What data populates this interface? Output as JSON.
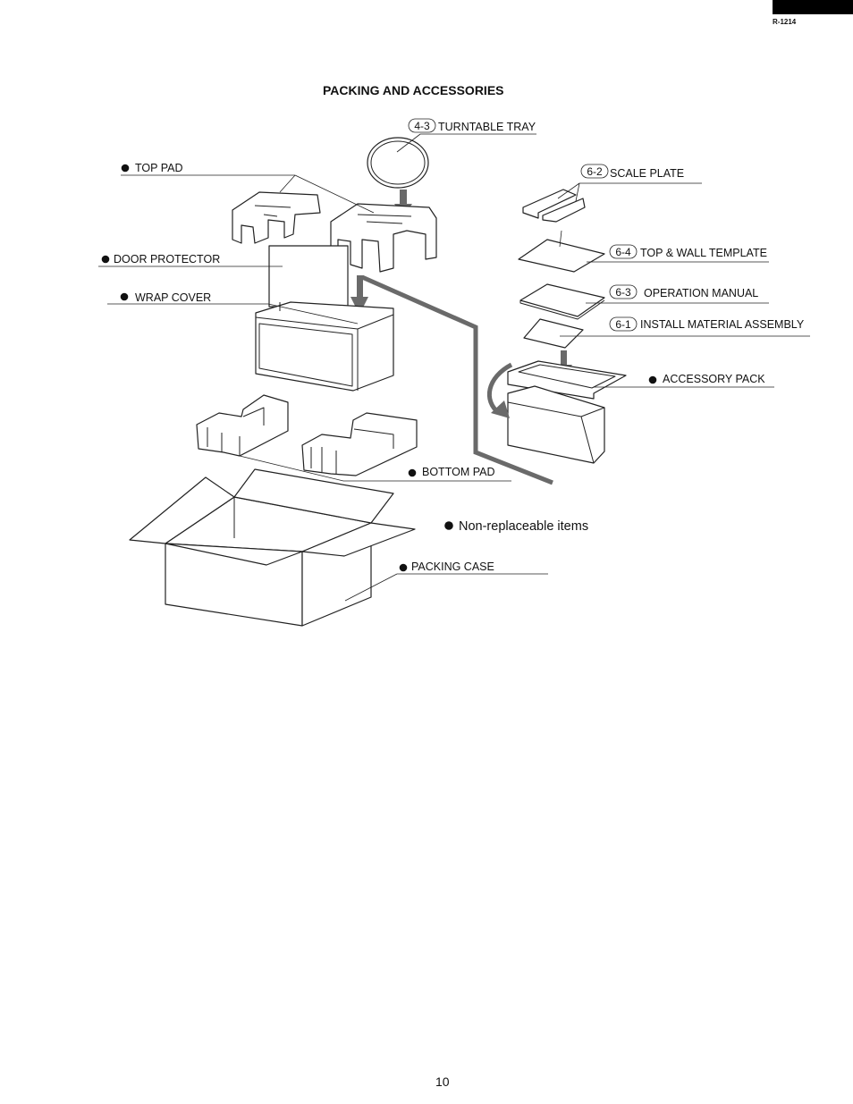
{
  "header": {
    "model": "R-1214"
  },
  "title": "PACKING AND ACCESSORIES",
  "labels": {
    "turntable_tray": {
      "ref": "4-3",
      "text": "TURNTABLE TRAY"
    },
    "top_pad": {
      "text": "TOP PAD"
    },
    "scale_plate": {
      "ref": "6-2",
      "text": "SCALE PLATE"
    },
    "door_protector": {
      "text": "DOOR PROTECTOR"
    },
    "top_wall_template": {
      "ref": "6-4",
      "text": "TOP & WALL TEMPLATE"
    },
    "wrap_cover": {
      "text": "WRAP COVER"
    },
    "operation_manual": {
      "ref": "6-3",
      "text": "OPERATION MANUAL"
    },
    "install_material": {
      "ref": "6-1",
      "text": "INSTALL MATERIAL ASSEMBLY"
    },
    "accessory_pack": {
      "text": "ACCESSORY PACK"
    },
    "bottom_pad": {
      "text": "BOTTOM PAD"
    },
    "packing_case": {
      "text": "PACKING CASE"
    }
  },
  "legend": {
    "text": "Non-replaceable items"
  },
  "footer": {
    "page_number": "10"
  }
}
